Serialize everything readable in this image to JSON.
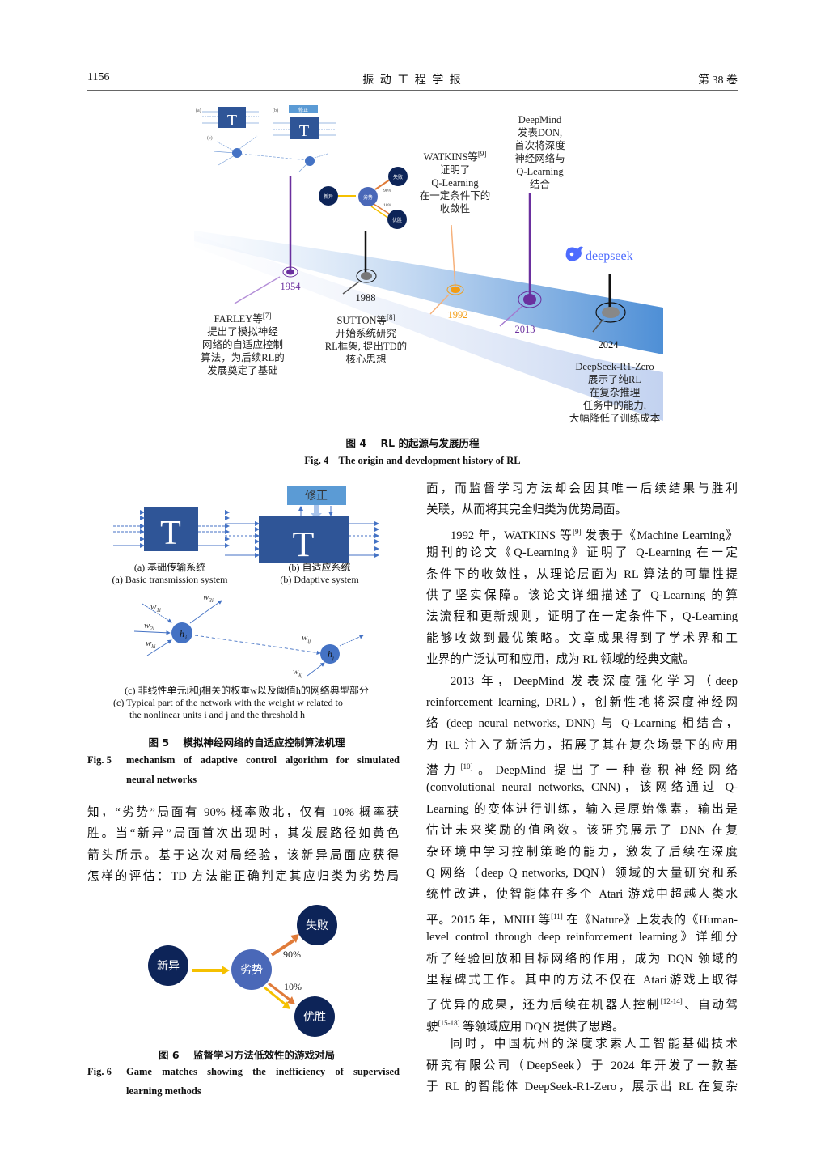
{
  "header": {
    "page_number": "1156",
    "journal": "振  动  工  程  学  报",
    "volume": "第 38 卷"
  },
  "fig4": {
    "thumb_a": "(a)",
    "thumb_b": "(b)",
    "thumb_c": "(c)",
    "thumb_correction": "修正",
    "thumb_T": "T",
    "game_nodes": {
      "novel": "新异",
      "inferior": "劣势",
      "lose": "失败",
      "win": "优胜"
    },
    "game_p_lose": "90%",
    "game_p_win": "10%",
    "events": [
      {
        "year": "1954",
        "color": "#6a2f9e",
        "lines": [
          "FARLEY等[7]",
          "提出了模拟神经",
          "网络的自适应控制",
          "算法，为后续RL的",
          "发展奠定了基础"
        ]
      },
      {
        "year": "1988",
        "color": "#222222",
        "lines": [
          "SUTTON等[8]",
          "开始系统研究",
          "RL框架, 提出TD的",
          "核心思想"
        ]
      },
      {
        "year": "1992",
        "color": "#f39c12",
        "lines": [
          "WATKINS等[9]",
          "证明了",
          "Q-Learning",
          "在一定条件下的",
          "收敛性"
        ]
      },
      {
        "year": "2013",
        "color": "#6a2f9e",
        "lines": [
          "DeepMind",
          "发表DON,",
          "首次将深度",
          "神经网络与",
          "Q-Learning",
          "结合"
        ]
      },
      {
        "year": "2024",
        "color": "#222222",
        "lines": [
          "DeepSeek-R1-Zero",
          "展示了纯RL",
          "在复杂推理",
          "任务中的能力,",
          "大幅降低了训练成本"
        ]
      }
    ],
    "logo_text": "deepseek",
    "caption_cn": "图 4    RL 的起源与发展历程",
    "caption_en": "Fig. 4    The origin and development history of RL"
  },
  "fig5": {
    "block_T": "T",
    "correction": "修正",
    "sub_a_cn": "(a) 基础传输系统",
    "sub_a_en": "(a) Basic transmission system",
    "sub_b_cn": "(b) 自适应系统",
    "sub_b_en": "(b) Ddaptive system",
    "w1i": "w",
    "w1i_sub": "1i",
    "w2i": "w",
    "w2i_sub": "2i",
    "wki": "w",
    "wki_sub": "ki",
    "w3i": "w",
    "w3i_sub": "3i",
    "wij": "w",
    "wij_sub": "ij",
    "wkj": "w",
    "wkj_sub": "kj",
    "hi": "h",
    "hi_sub": "i",
    "hj": "h",
    "hj_sub": "j",
    "sub_c_cn": "(c) 非线性单元i和j相关的权重w以及阈值h的网络典型部分",
    "sub_c_en_1": "(c) Typical part of the network with the weight w related to",
    "sub_c_en_2": "the nonlinear units i and j and the threshold h",
    "caption_cn": "图 5    模拟神经网络的自适应控制算法机理",
    "caption_en_label": "Fig. 5",
    "caption_en_1": "mechanism of adaptive control algorithm for simulated",
    "caption_en_2": "neural networks"
  },
  "left_text": [
    "知，“劣势”局面有 90% 概率败北，仅有 10% 概率获",
    "胜。当“新异”局面首次出现时，其发展路径如黄色",
    "箭头所示。基于这次对局经验，该新异局面应获得",
    "怎样的评估：TD 方法能正确判定其应归类为劣势局"
  ],
  "fig6": {
    "nodes": {
      "novel": "新异",
      "inferior": "劣势",
      "lose": "失败",
      "win": "优胜"
    },
    "p_lose": "90%",
    "p_win": "10%",
    "caption_cn": "图 6    监督学习方法低效性的游戏对局",
    "caption_en_label": "Fig. 6",
    "caption_en_1": "Game matches showing the inefficiency of supervised",
    "caption_en_2": "learning methods"
  },
  "right_text": [
    {
      "text": "面，而监督学习方法却会因其唯一后续结果与胜利",
      "indent": false,
      "last": false
    },
    {
      "text": "关联，从而将其完全归类为优势局面。",
      "indent": false,
      "last": true
    },
    {
      "text": "1992 年，WATKINS 等[9] 发表于《Machine Learning》",
      "indent": true,
      "last": false
    },
    {
      "text": "期刊的论文《Q-Learning》证明了 Q-Learning 在一定",
      "indent": false,
      "last": false
    },
    {
      "text": "条件下的收敛性，从理论层面为 RL 算法的可靠性提",
      "indent": false,
      "last": false
    },
    {
      "text": "供了坚实保障。该论文详细描述了 Q-Learning 的算",
      "indent": false,
      "last": false
    },
    {
      "text": "法流程和更新规则，证明了在一定条件下，Q-Learning",
      "indent": false,
      "last": false
    },
    {
      "text": "能够收敛到最优策略。文章成果得到了学术界和工",
      "indent": false,
      "last": false
    },
    {
      "text": "业界的广泛认可和应用，成为 RL 领域的经典文献。",
      "indent": false,
      "last": true
    },
    {
      "text": "2013 年，DeepMind 发表深度强化学习（deep",
      "indent": true,
      "last": false
    },
    {
      "text": "reinforcement learning, DRL），创新性地将深度神经网",
      "indent": false,
      "last": false
    },
    {
      "text": "络 (deep neural networks, DNN) 与 Q-Learning 相结合，",
      "indent": false,
      "last": false
    },
    {
      "text": "为 RL 注入了新活力，拓展了其在复杂场景下的应用",
      "indent": false,
      "last": false
    },
    {
      "text": "潜力[10]。DeepMind 提出了一种卷积神经网络",
      "indent": false,
      "last": false
    },
    {
      "text": "(convolutional neural networks, CNN)，该网络通过 Q-",
      "indent": false,
      "last": false
    },
    {
      "text": "Learning 的变体进行训练，输入是原始像素，输出是",
      "indent": false,
      "last": false
    },
    {
      "text": "估计未来奖励的值函数。该研究展示了 DNN 在复",
      "indent": false,
      "last": false
    },
    {
      "text": "杂环境中学习控制策略的能力，激发了后续在深度",
      "indent": false,
      "last": false
    },
    {
      "text": "Q 网络（deep Q networks, DQN）领域的大量研究和系",
      "indent": false,
      "last": false
    },
    {
      "text": "统性改进，使智能体在多个 Atari 游戏中超越人类水",
      "indent": false,
      "last": false
    },
    {
      "text": "平。2015 年，MNIH 等[11] 在《Nature》上发表的《Human-",
      "indent": false,
      "last": false
    },
    {
      "text": "level control through deep reinforcement learning》详细分",
      "indent": false,
      "last": false
    },
    {
      "text": "析了经验回放和目标网络的作用，成为 DQN 领域的",
      "indent": false,
      "last": false
    },
    {
      "text": "里程碑式工作。其中的方法不仅在 Atari游戏上取得",
      "indent": false,
      "last": false
    },
    {
      "text": "了优异的成果，还为后续在机器人控制[12-14]、自动驾",
      "indent": false,
      "last": false
    },
    {
      "text": "驶[15-18] 等领域应用 DQN 提供了思路。",
      "indent": false,
      "last": true
    },
    {
      "text": "同时，中国杭州的深度求索人工智能基础技术",
      "indent": true,
      "last": false
    },
    {
      "text": "研究有限公司（DeepSeek）于 2024 年开发了一款基",
      "indent": false,
      "last": false
    },
    {
      "text": "于 RL 的智能体 DeepSeek-R1-Zero，展示出 RL 在复杂",
      "indent": false,
      "last": false
    }
  ]
}
